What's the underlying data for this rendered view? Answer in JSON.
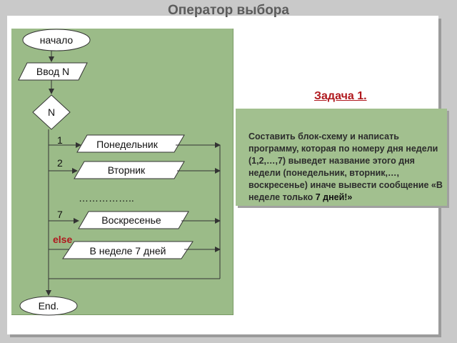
{
  "slide": {
    "title": "Оператор выбора"
  },
  "flowchart": {
    "start": "начало",
    "input": "Ввод N",
    "decision": "N",
    "cases": [
      {
        "label": "1",
        "text": "Понедельник"
      },
      {
        "label": "2",
        "text": "Вторник"
      },
      {
        "label": "7",
        "text": "Воскресенье"
      }
    ],
    "ellipsis": "……………..",
    "else_label": "else",
    "else_text": "В неделе 7 дней",
    "end": "End."
  },
  "task": {
    "title": "Задача 1.",
    "text_main": "Составить блок-схему и написать программу, которая по номеру дня недели (1,2,…,7) выведет название этого дня недели (понедельник, вторник,…, воскресенье) иначе вывести сообщение «В неделе только",
    "text_tail": "7 дней!»"
  },
  "colors": {
    "panel": "#9bbb88",
    "title": "#5c5c5c",
    "task_title": "#b0191e",
    "else_label": "#b0191e"
  }
}
